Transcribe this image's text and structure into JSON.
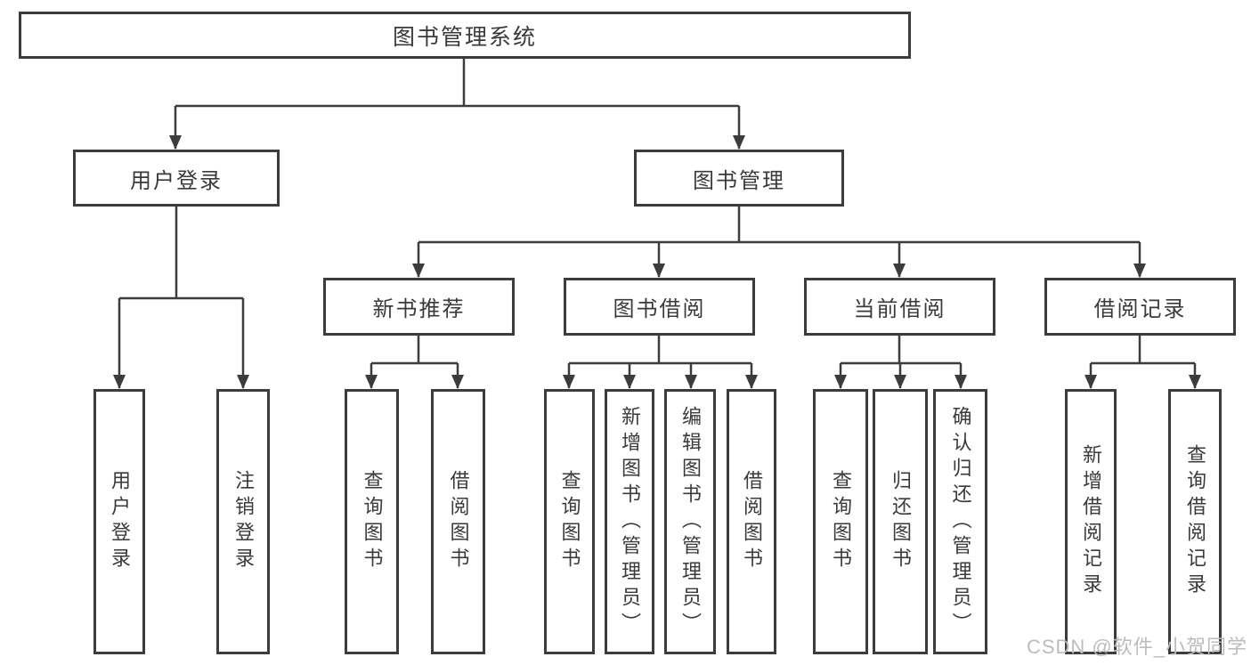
{
  "colors": {
    "background": "#ffffff",
    "line": "#3c3c3c",
    "text": "#3a3a3a",
    "watermark_text": "#bcbcbc"
  },
  "watermark": {
    "text": "CSDN @软件_小贺同学"
  },
  "tree": {
    "root": {
      "label": "图书管理系统"
    },
    "branches": [
      {
        "label": "用户登录",
        "children": [
          {
            "label": "用户登录"
          },
          {
            "label": "注销登录"
          }
        ]
      },
      {
        "label": "图书管理",
        "children": [
          {
            "label": "新书推荐",
            "children": [
              {
                "label": "查询图书"
              },
              {
                "label": "借阅图书"
              }
            ]
          },
          {
            "label": "图书借阅",
            "children": [
              {
                "label": "查询图书"
              },
              {
                "label": "新增图书（管理员）"
              },
              {
                "label": "编辑图书（管理员）"
              },
              {
                "label": "借阅图书"
              }
            ]
          },
          {
            "label": "当前借阅",
            "children": [
              {
                "label": "查询图书"
              },
              {
                "label": "归还图书"
              },
              {
                "label": "确认归还（管理员）"
              }
            ]
          },
          {
            "label": "借阅记录",
            "children": [
              {
                "label": "新增借阅记录"
              },
              {
                "label": "查询借阅记录"
              }
            ]
          }
        ]
      }
    ]
  }
}
